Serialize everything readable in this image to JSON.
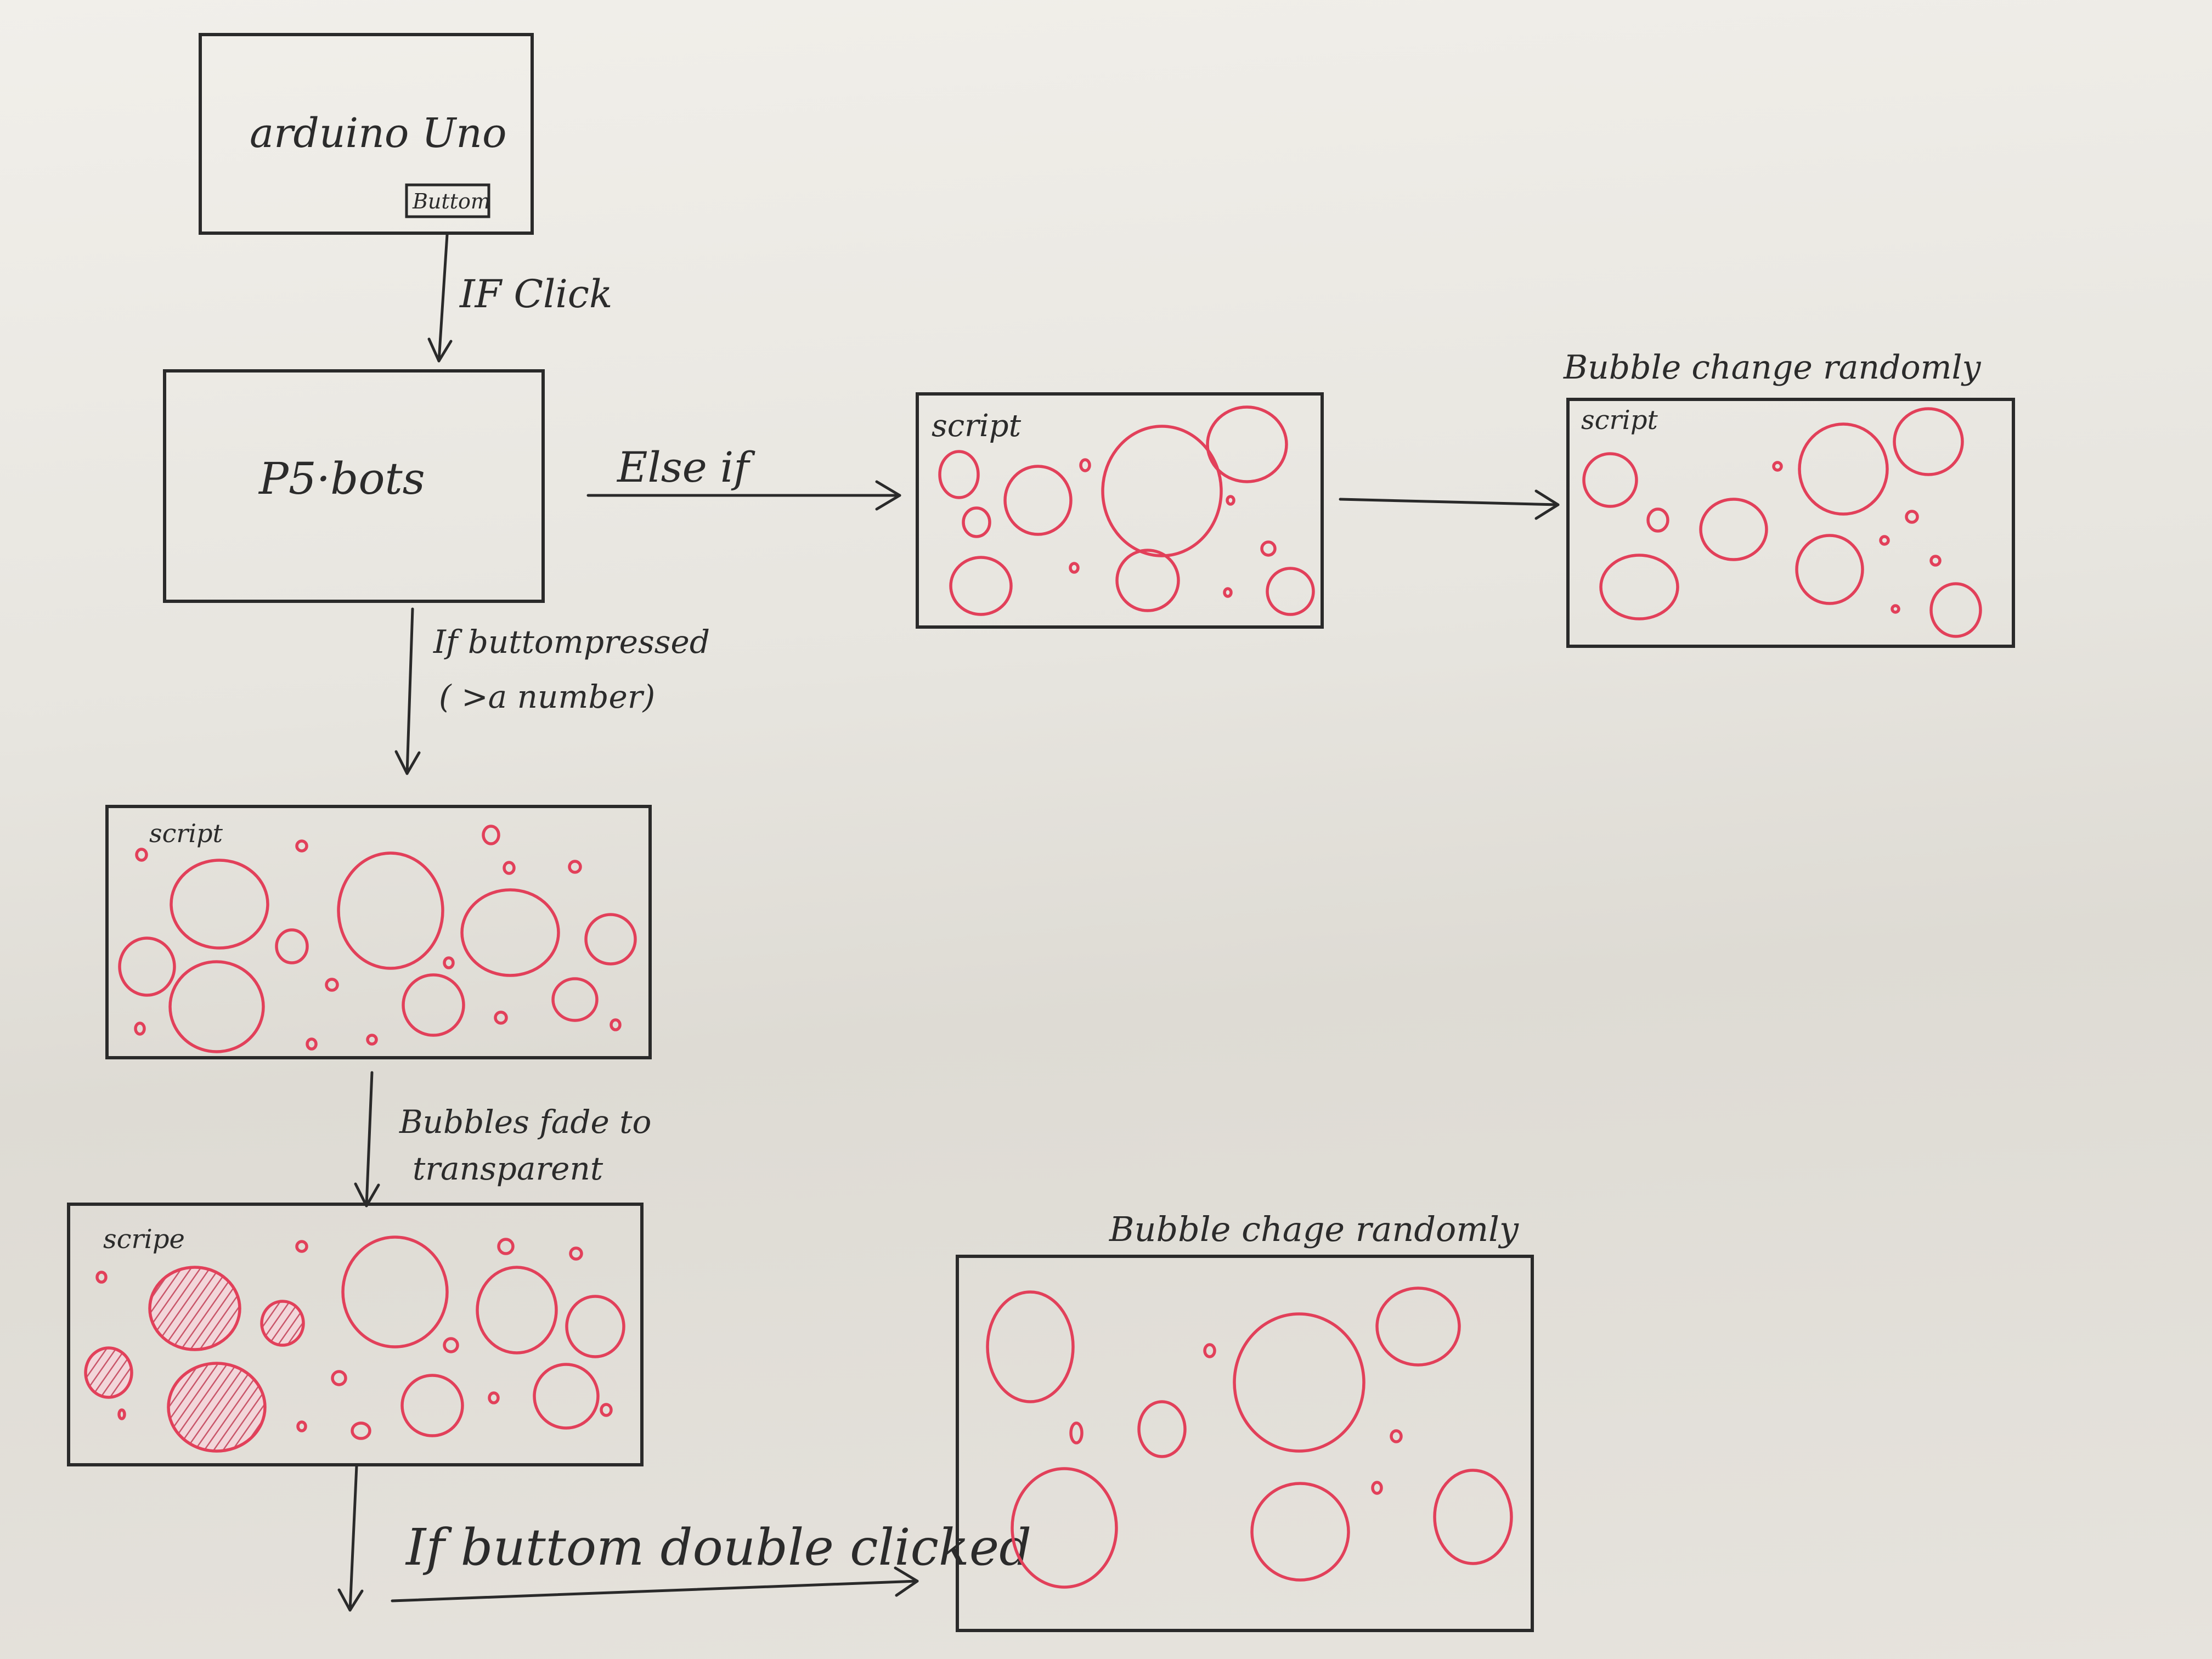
{
  "nodes": {
    "arduino": {
      "title": "arduino Uno",
      "button_label": "Buttom"
    },
    "p5bots": {
      "title": "P5·bots"
    },
    "script_else": {
      "label": "script"
    },
    "script_random": {
      "label": "script",
      "caption": "Bubble change randomly"
    },
    "script_pressed": {
      "label": "script"
    },
    "script_fade": {
      "label": "scripe"
    },
    "final_random": {
      "caption": "Bubble chage randomly"
    }
  },
  "edges": {
    "arduino_to_p5": {
      "label": "IF Click"
    },
    "p5_to_else": {
      "label": "Else if"
    },
    "p5_to_pressed": {
      "label_line1": "If buttompressed",
      "label_line2": "( >a number)"
    },
    "pressed_to_fade": {
      "label_line1": "Bubbles fade to",
      "label_line2": "transparent"
    },
    "fade_to_final": {
      "label": "If buttom double clicked"
    }
  },
  "colors": {
    "ink": "#2a2a2a",
    "bubble": "#e2405a",
    "paper": "#efede8"
  }
}
